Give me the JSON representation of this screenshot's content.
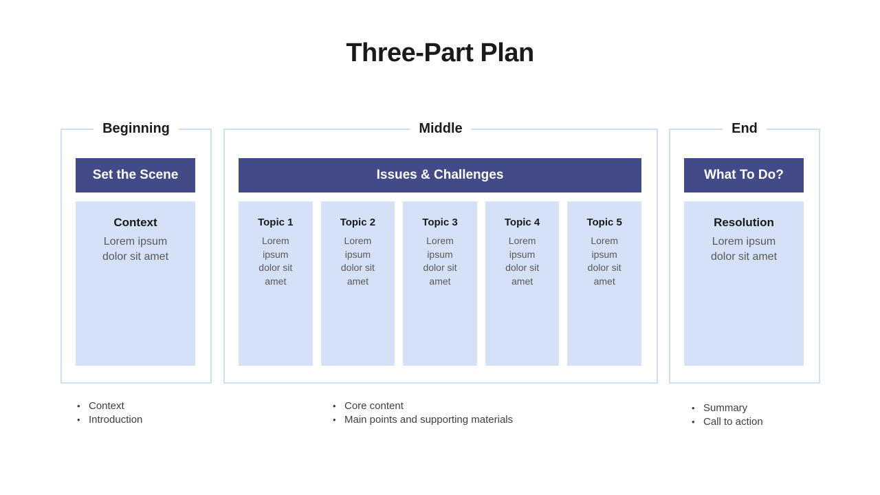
{
  "title": "Three-Part Plan",
  "colors": {
    "dark_blue": "#424a87",
    "card_blue": "#d4e1f6",
    "border_blue": "#cfdff4",
    "heading": "#1a1a1a",
    "body_gray": "#595959",
    "bullet_gray": "#3e3e3e"
  },
  "sections": [
    {
      "label": "Beginning",
      "banner": "Set the Scene",
      "cards": [
        {
          "heading": "Context",
          "body": "Lorem ipsum dolor sit amet"
        }
      ],
      "bullets": [
        "Context",
        "Introduction"
      ]
    },
    {
      "label": "Middle",
      "banner": "Issues & Challenges",
      "cards": [
        {
          "heading": "Topic 1",
          "body": "Lorem ipsum dolor sit amet"
        },
        {
          "heading": "Topic 2",
          "body": "Lorem ipsum dolor sit amet"
        },
        {
          "heading": "Topic 3",
          "body": "Lorem ipsum dolor sit amet"
        },
        {
          "heading": "Topic 4",
          "body": "Lorem ipsum dolor sit amet"
        },
        {
          "heading": "Topic 5",
          "body": "Lorem ipsum dolor sit amet"
        }
      ],
      "bullets": [
        "Core content",
        "Main points and supporting materials"
      ]
    },
    {
      "label": "End",
      "banner": "What To Do?",
      "cards": [
        {
          "heading": "Resolution",
          "body": "Lorem ipsum dolor sit amet"
        }
      ],
      "bullets": [
        "Summary",
        "Call to action"
      ]
    }
  ],
  "bullet_glyph": "•"
}
